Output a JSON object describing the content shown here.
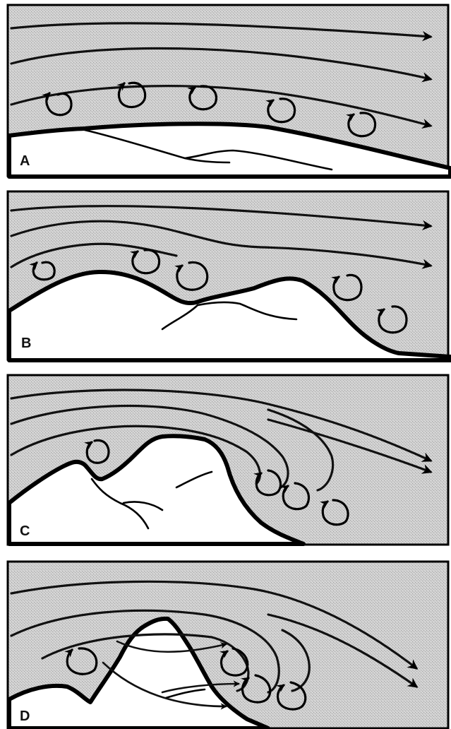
{
  "panels": [
    {
      "label": "A"
    },
    {
      "label": "B"
    },
    {
      "label": "C"
    },
    {
      "label": "D"
    }
  ],
  "colors": {
    "background_fill": "#c9c9c9",
    "line": "#000000",
    "terrain_fill": "#ffffff"
  }
}
